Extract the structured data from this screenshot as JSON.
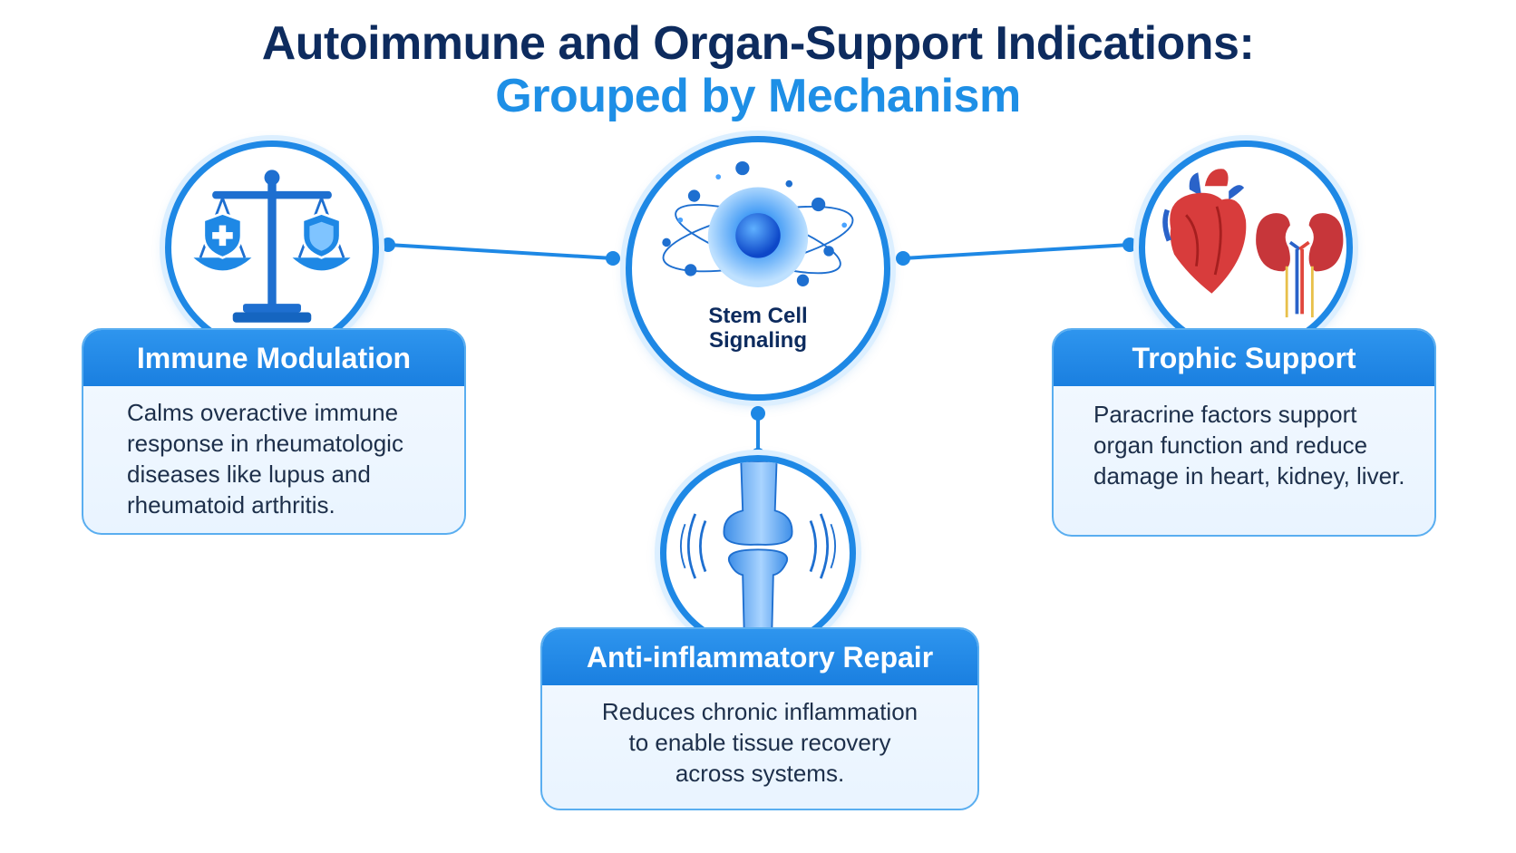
{
  "title": {
    "line1": "Autoimmune and Organ-Support Indications:",
    "line2": "Grouped by Mechanism"
  },
  "center": {
    "label_line1": "Stem Cell",
    "label_line2": "Signaling",
    "icon": "stem-cell-icon"
  },
  "nodes": [
    {
      "title": "Immune Modulation",
      "icon": "balance-scale-shield-icon",
      "description": "Calms overactive immune response in rheumatologic diseases like lupus and rheumatoid arthritis."
    },
    {
      "title": "Trophic Support",
      "icon": "heart-kidney-icon",
      "description": "Paracrine factors support organ function and reduce damage in heart, kidney, liver."
    },
    {
      "title": "Anti-inflammatory Repair",
      "icon": "knee-joint-icon",
      "description": "Reduces chronic inflammation to enable tissue recovery across systems."
    }
  ],
  "colors": {
    "primary": "#1e88e5",
    "title_dark": "#0d2b5e",
    "title_accent": "#1e8fe6",
    "card_bg": "#eef6ff"
  }
}
